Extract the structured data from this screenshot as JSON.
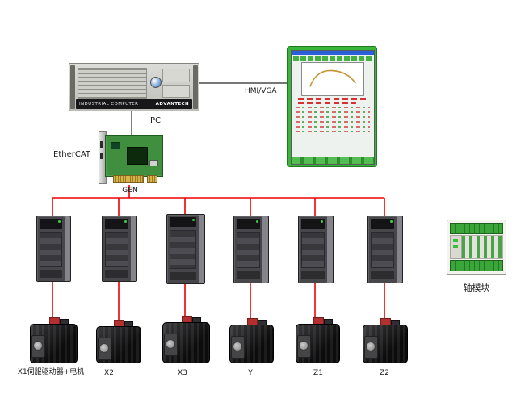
{
  "labels": {
    "ipc": "IPC",
    "hmi_vga": "HMI/VGA",
    "ethercat": "EtherCAT",
    "gen": "GEN",
    "axis_module": "轴模块",
    "ipc_text": "INDUSTRIAL COMPUTER",
    "ipc_brand": "ADVANTECH"
  },
  "axes": [
    "X1伺服驱动器+电机",
    "X2",
    "X3",
    "Y",
    "Z1",
    "Z2"
  ],
  "colors": {
    "bus_line": "#f00000",
    "signal_line": "#4a4a4a",
    "monitor_frame": "#3bb43b",
    "pcb_green": "#3f8f3f",
    "gold": "#d8b24a"
  }
}
